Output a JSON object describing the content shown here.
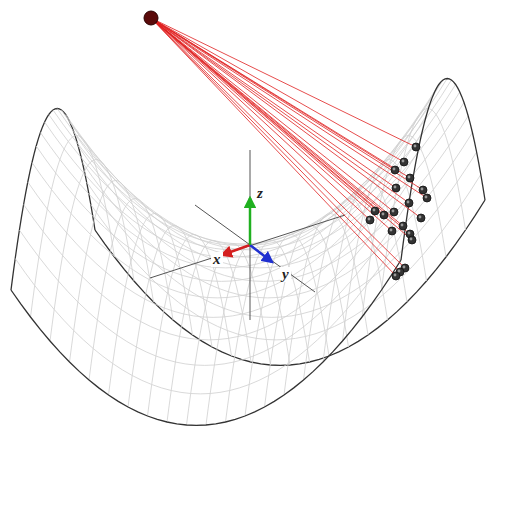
{
  "diagram": {
    "labels": [
      "z",
      "x",
      "y"
    ]
  }
}
